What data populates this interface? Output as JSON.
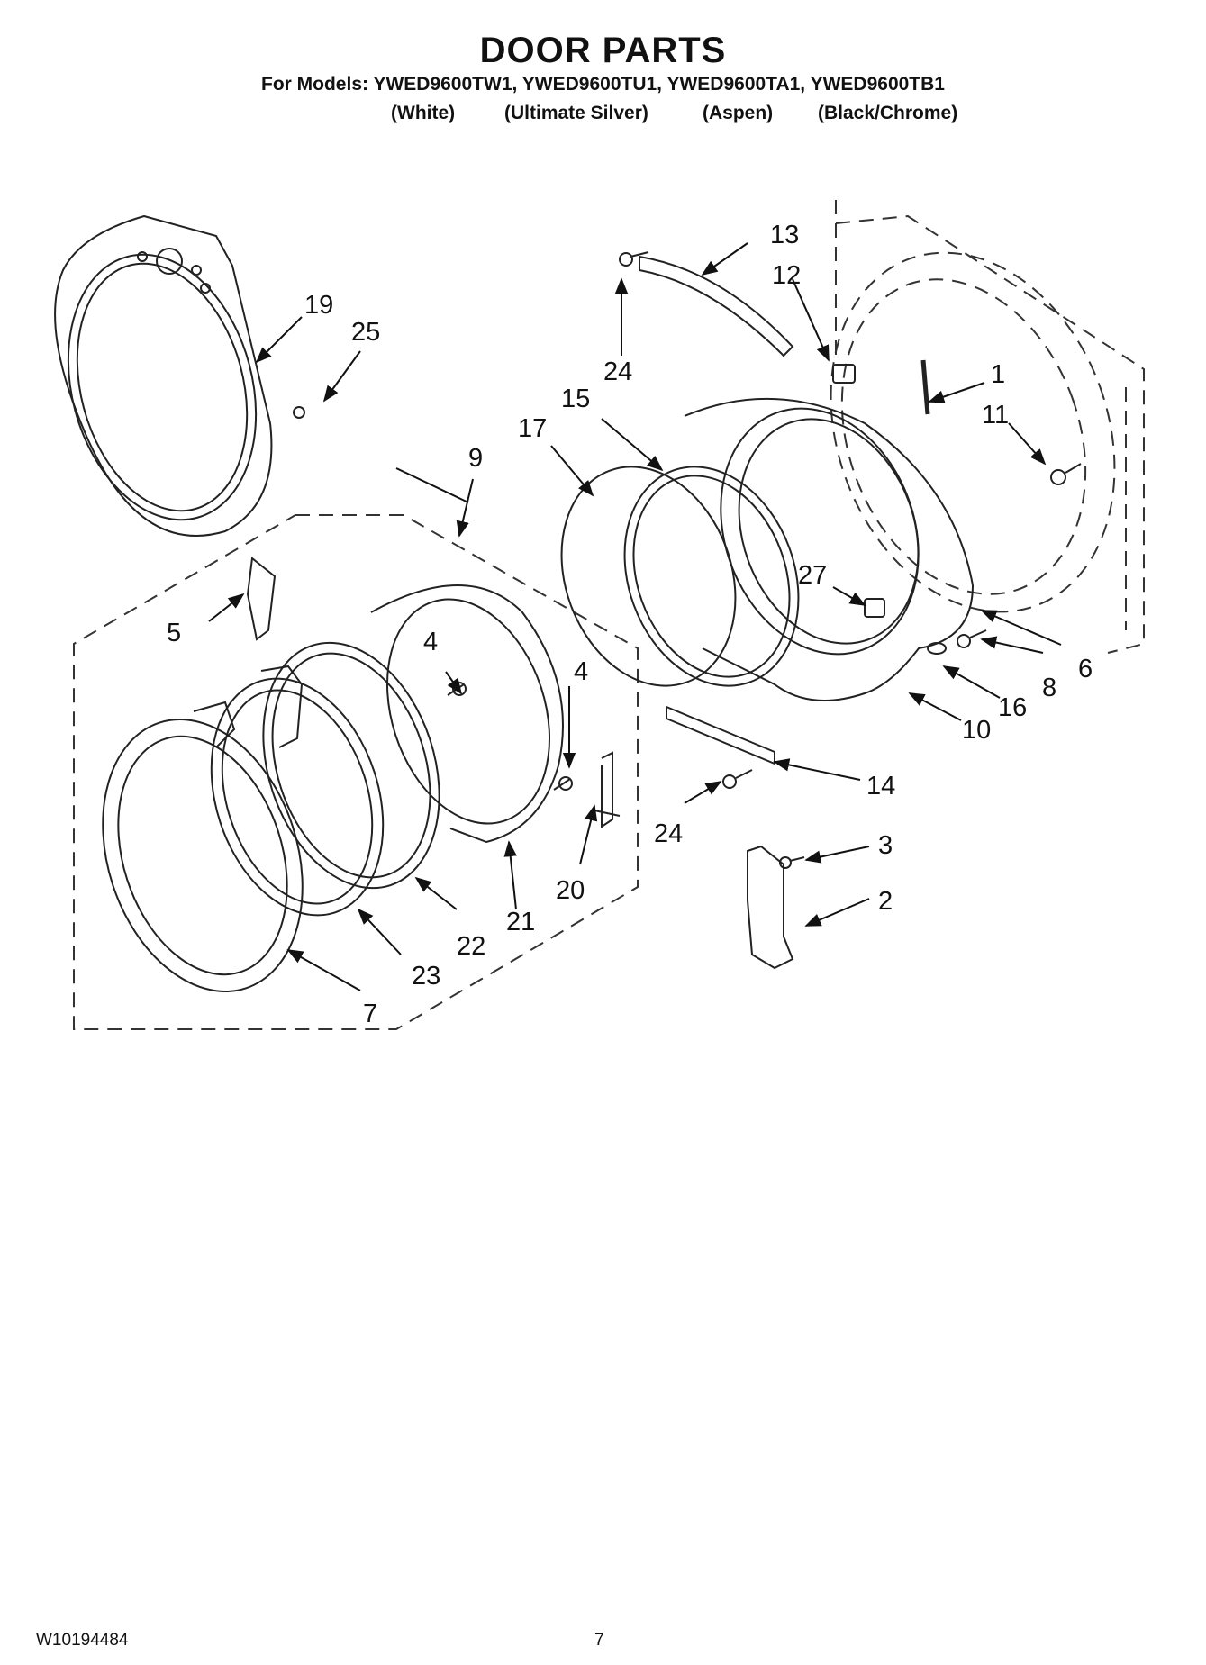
{
  "header": {
    "title": "DOOR PARTS",
    "models_line": "For Models: YWED9600TW1, YWED9600TU1, YWED9600TA1, YWED9600TB1",
    "colors": [
      "(White)",
      "(Ultimate Silver)",
      "(Aspen)",
      "(Black/Chrome)"
    ]
  },
  "callouts": {
    "c1": "1",
    "c2": "2",
    "c3": "3",
    "c4a": "4",
    "c4b": "4",
    "c5": "5",
    "c6": "6",
    "c7": "7",
    "c8": "8",
    "c9": "9",
    "c10": "10",
    "c11": "11",
    "c12": "12",
    "c13": "13",
    "c14": "14",
    "c15": "15",
    "c16": "16",
    "c17": "17",
    "c19": "19",
    "c20": "20",
    "c21": "21",
    "c22": "22",
    "c23": "23",
    "c24a": "24",
    "c24b": "24",
    "c25": "25",
    "c27": "27"
  },
  "footer": {
    "doc_number": "W10194484",
    "page": "7"
  }
}
